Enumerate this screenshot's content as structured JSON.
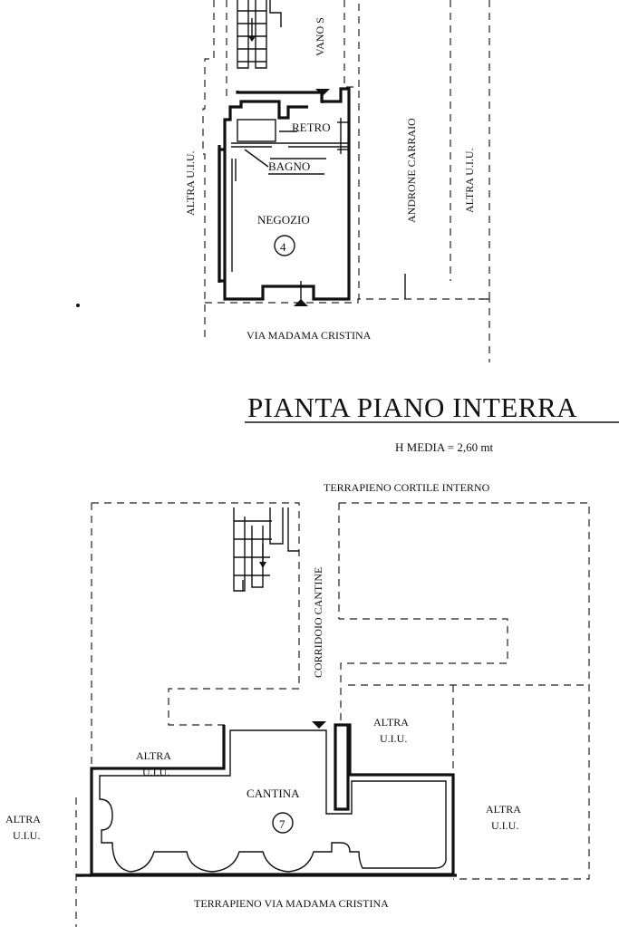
{
  "ground_floor": {
    "labels": {
      "vano_scala": "VANO S",
      "retro": "RETRO",
      "bagno": "BAGNO",
      "negozio": "NEGOZIO",
      "negozio_number": "4",
      "altra_left": "ALTRA U.I.U.",
      "androne": "ANDRONE CARRAIO",
      "altra_right": "ALTRA U.I.U.",
      "street": "VIA MADAMA CRISTINA"
    }
  },
  "basement": {
    "title": "PIANTA PIANO INTERRA",
    "height_note": "H MEDIA  = 2,60 mt",
    "labels": {
      "terrapieno_top": "TERRAPIENO CORTILE INTERNO",
      "corridoio": "CORRIDOIO CANTINE",
      "altra_center_line1": "ALTRA",
      "altra_center_line2": "U.I.U.",
      "altra_left_line1": "ALTRA",
      "altra_left_line2": "U.I.U.",
      "altra_far_left_line1": "ALTRA",
      "altra_far_left_line2": "U.I.U.",
      "altra_right_line1": "ALTRA",
      "altra_right_line2": "U.I.U.",
      "cantina": "CANTINA",
      "cantina_number": "7",
      "terrapieno_bottom": "TERRAPIENO VIA MADAMA CRISTINA"
    }
  }
}
